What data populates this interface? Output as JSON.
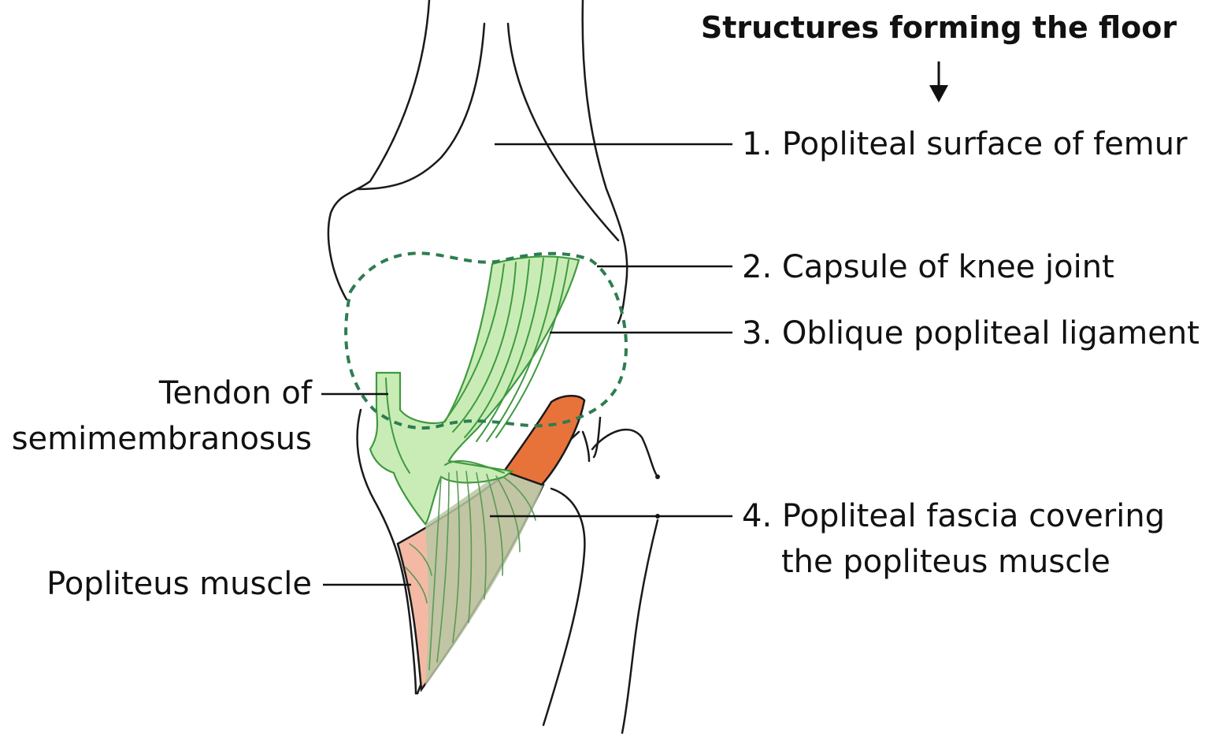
{
  "heading": "Structures forming the floor",
  "labels": {
    "femur": "1. Popliteal surface of femur",
    "capsule": "2. Capsule of knee joint",
    "ligament": "3. Oblique popliteal ligament",
    "fascia_line1": "4. Popliteal fascia covering",
    "fascia_line2": "the popliteus muscle",
    "tendon_line1": "Tendon of",
    "tendon_line2": "semimembranosus",
    "popliteus": "Popliteus muscle"
  },
  "colors": {
    "ligament_fill": "#c9ecb6",
    "ligament_stroke": "#3f9a3f",
    "capsule_dash": "#2e7d4f",
    "muscle_orange": "#e8733a",
    "muscle_pink": "#f4b9a4",
    "fascia_fill": "#b7c7a3",
    "outline": "#1a1a1a"
  }
}
